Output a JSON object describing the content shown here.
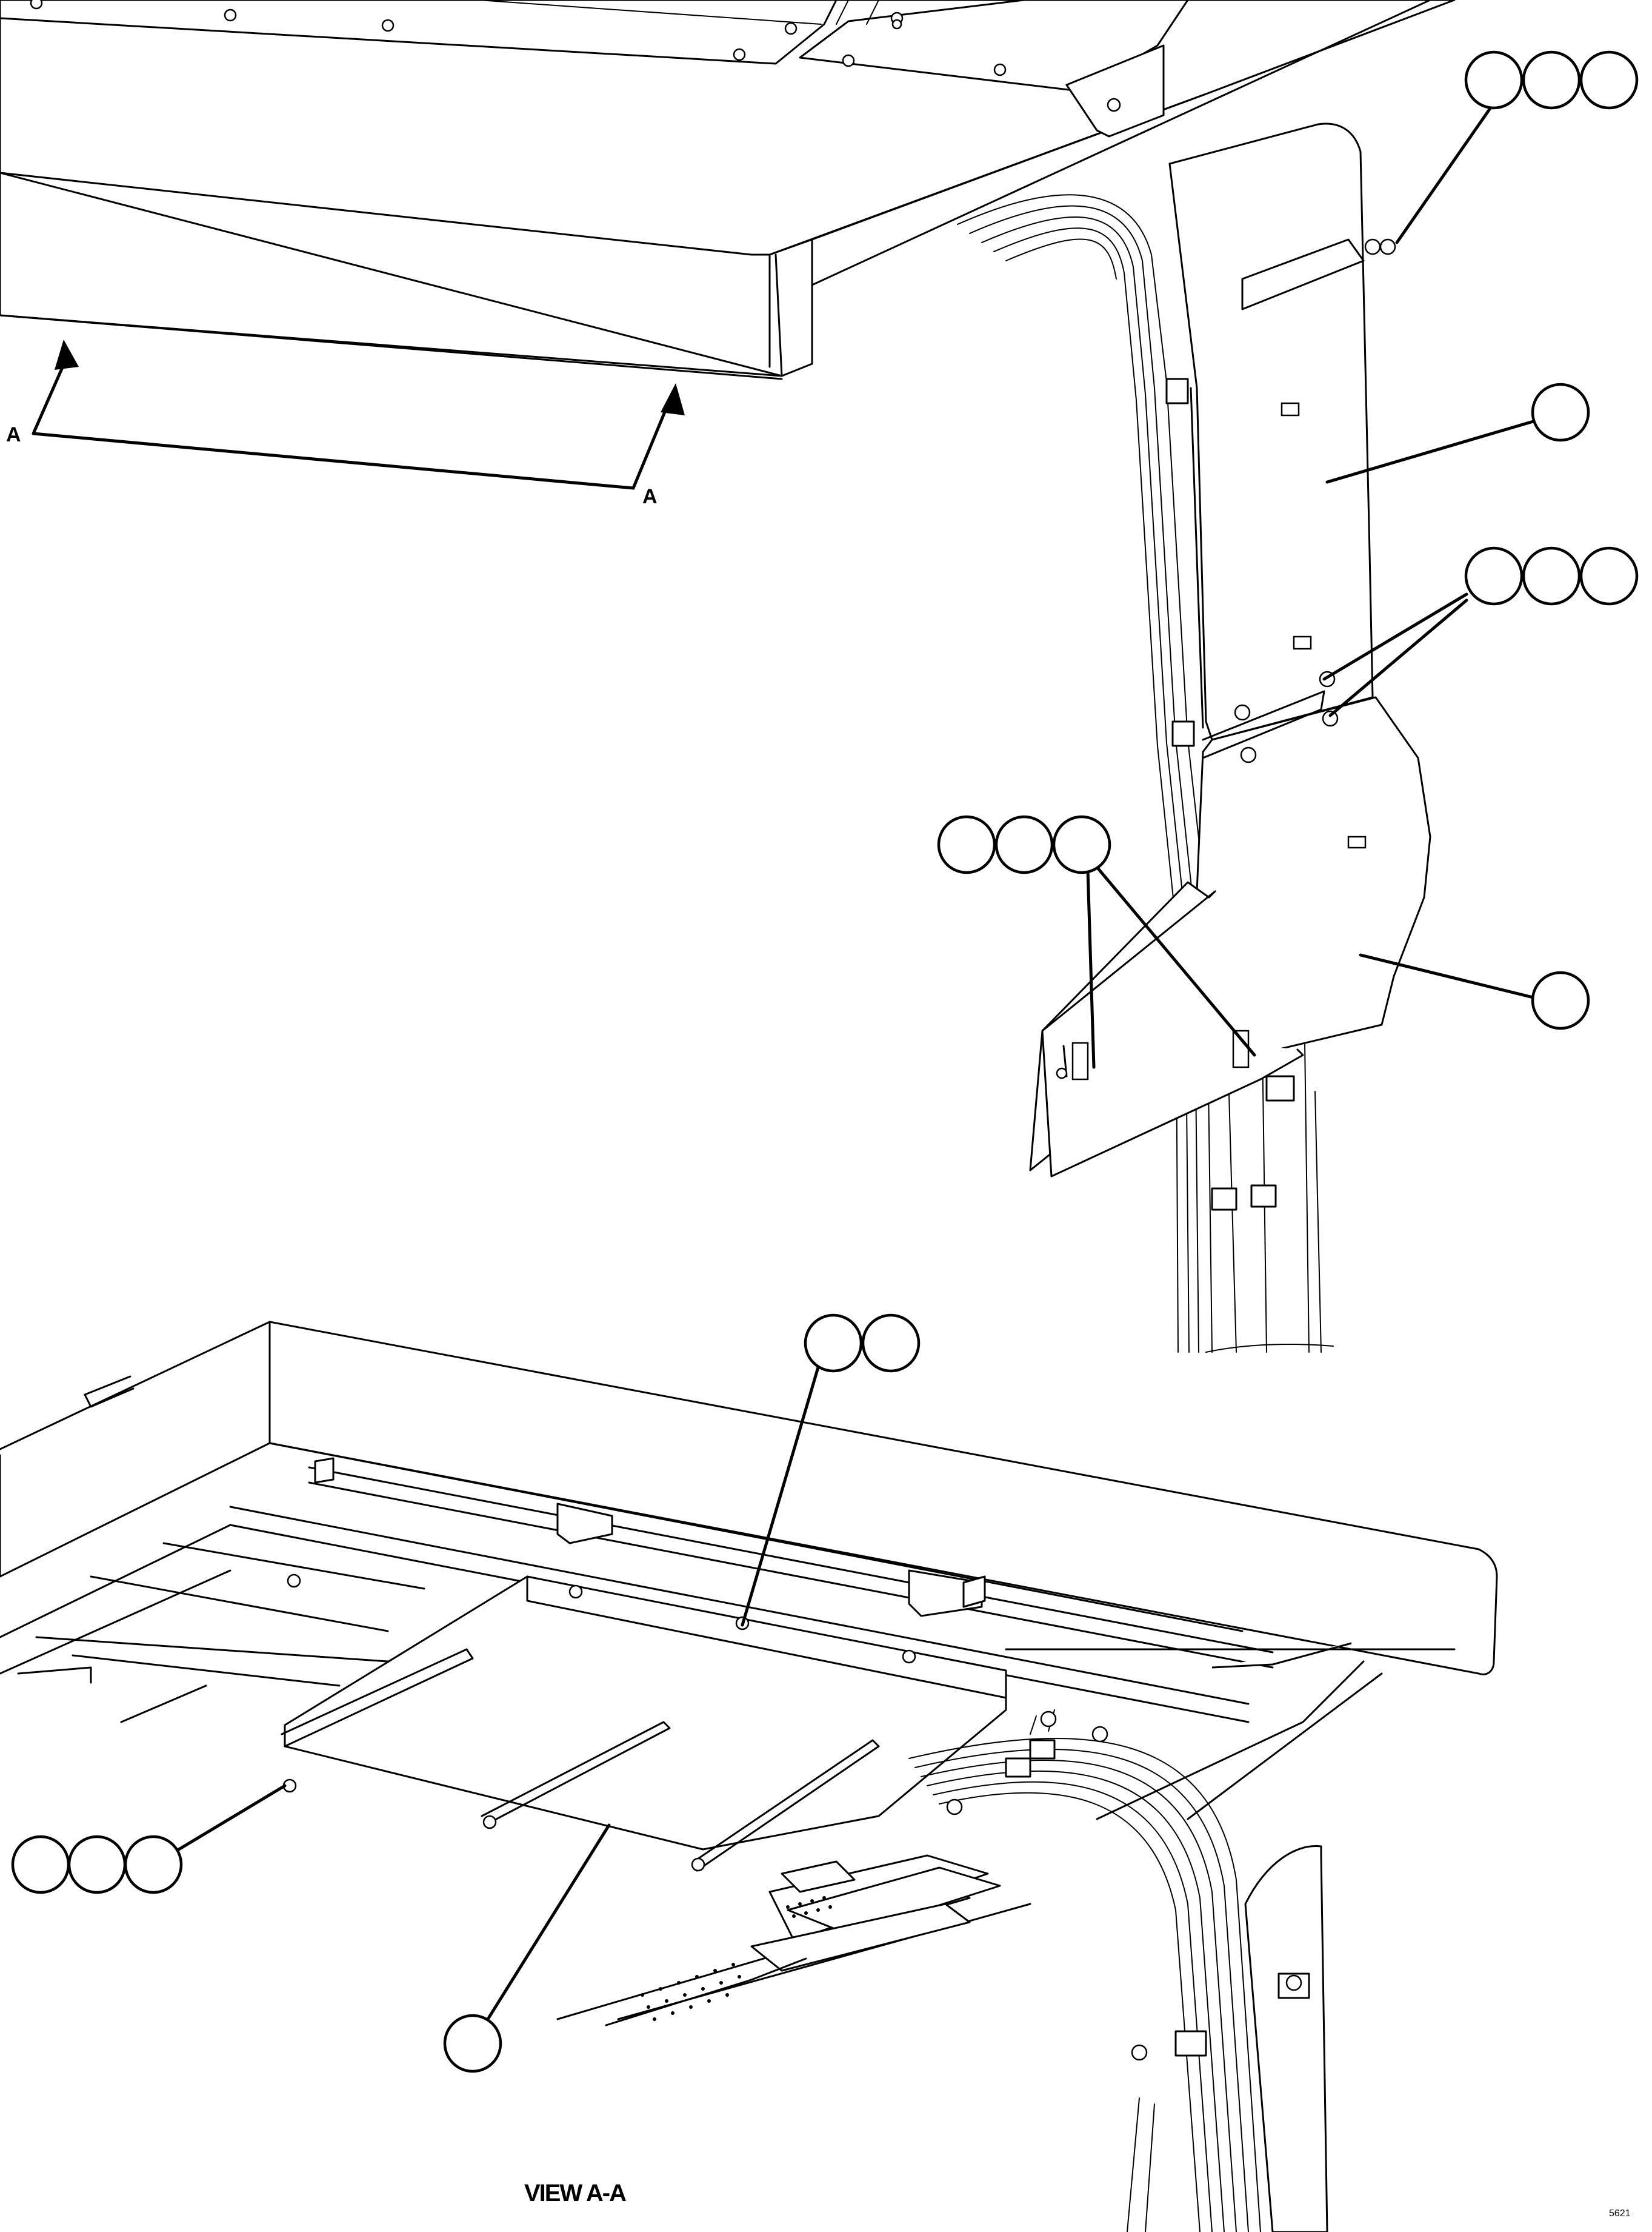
{
  "drawing": {
    "section_marker_left": "A",
    "section_marker_right": "A",
    "view_title": "VIEW A-A",
    "drawing_code": "5621"
  },
  "callout_groups": [
    {
      "name": "upper-right-top",
      "bubbles": [
        "",
        "",
        ""
      ]
    },
    {
      "name": "upper-right-single",
      "bubbles": [
        ""
      ]
    },
    {
      "name": "upper-right-middle",
      "bubbles": [
        "",
        "",
        ""
      ]
    },
    {
      "name": "upper-center",
      "bubbles": [
        "",
        "",
        ""
      ]
    },
    {
      "name": "upper-right-bottom",
      "bubbles": [
        ""
      ]
    },
    {
      "name": "lower-center",
      "bubbles": [
        "",
        ""
      ]
    },
    {
      "name": "lower-left",
      "bubbles": [
        "",
        "",
        ""
      ]
    },
    {
      "name": "lower-single",
      "bubbles": [
        ""
      ]
    }
  ],
  "colors": {
    "line": "#000000",
    "paper": "#ffffff"
  }
}
